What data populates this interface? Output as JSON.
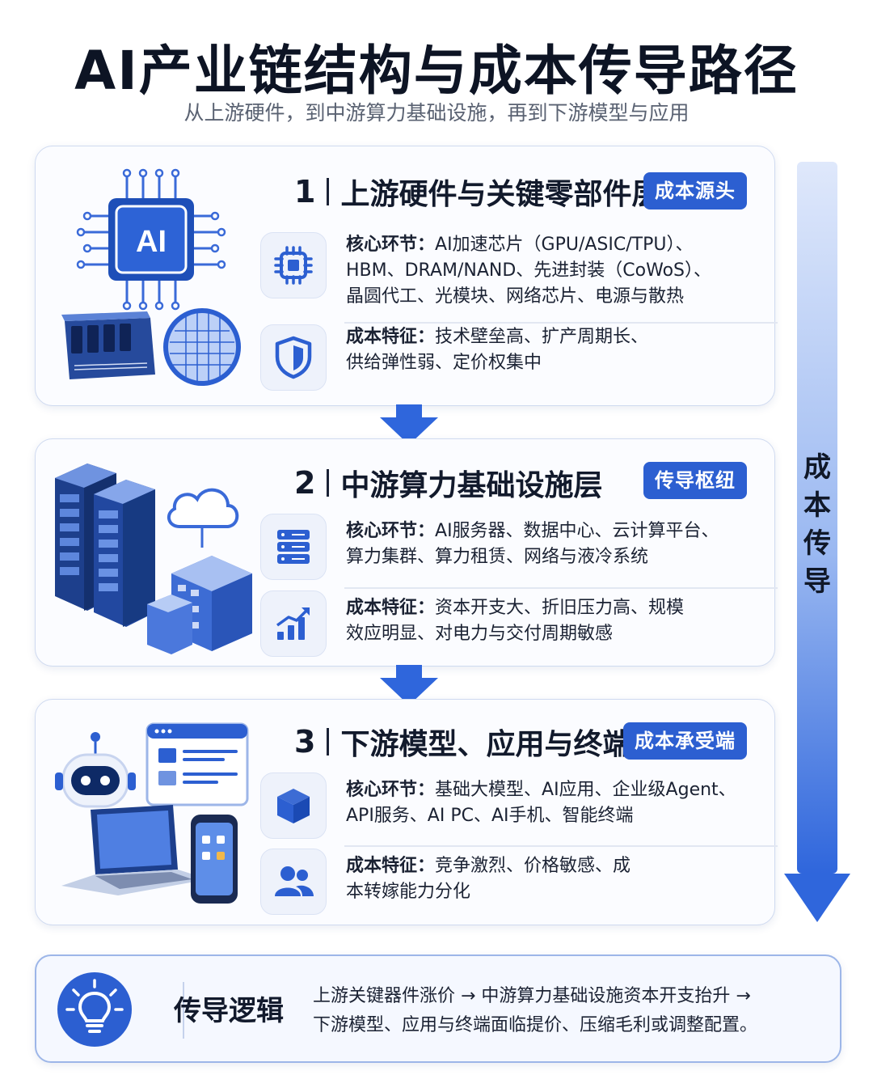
{
  "header": {
    "title": "AI产业链结构与成本传导路径",
    "subtitle": "从上游硬件，到中游算力基础设施，再到下游模型与应用"
  },
  "layers": [
    {
      "num": "1",
      "title": "上游硬件与关键零部件层",
      "badge": "成本源头",
      "chip_label": "AI",
      "core_label": "核心环节：",
      "core_text": "AI加速芯片（GPU/ASIC/TPU）、HBM、DRAM/NAND、先进封装（CoWoS）、晶圆代工、光模块、网络芯片、电源与散热",
      "cost_label": "成本特征：",
      "cost_text": "技术壁垒高、扩产周期长、供给弹性弱、定价权集中"
    },
    {
      "num": "2",
      "title": "中游算力基础设施层",
      "badge": "传导枢纽",
      "core_label": "核心环节：",
      "core_text": "AI服务器、数据中心、云计算平台、算力集群、算力租赁、网络与液冷系统",
      "cost_label": "成本特征：",
      "cost_text": "资本开支大、折旧压力高、规模效应明显、对电力与交付周期敏感"
    },
    {
      "num": "3",
      "title": "下游模型、应用与终端层",
      "badge": "成本承受端",
      "core_label": "核心环节：",
      "core_text": "基础大模型、AI应用、企业级Agent、API服务、AI PC、AI手机、智能终端",
      "cost_label": "成本特征：",
      "cost_text": "竞争激烈、价格敏感、成本转嫁能力分化"
    }
  ],
  "side": {
    "label": "成本传导"
  },
  "logic": {
    "title": "传导逻辑",
    "line1": "上游关键器件涨价 → 中游算力基础设施资本开支抬升 →",
    "line2": "下游模型、应用与终端面临提价、压缩毛利或调整配置。"
  },
  "colors": {
    "accent": "#2c5fd1",
    "arrow": "#2f66dc",
    "card_border": "#cfdaf0"
  },
  "icons": [
    "chip-icon",
    "shield-icon",
    "server-icon",
    "bar-chart-icon",
    "cube-icon",
    "users-icon",
    "lightbulb-icon"
  ]
}
